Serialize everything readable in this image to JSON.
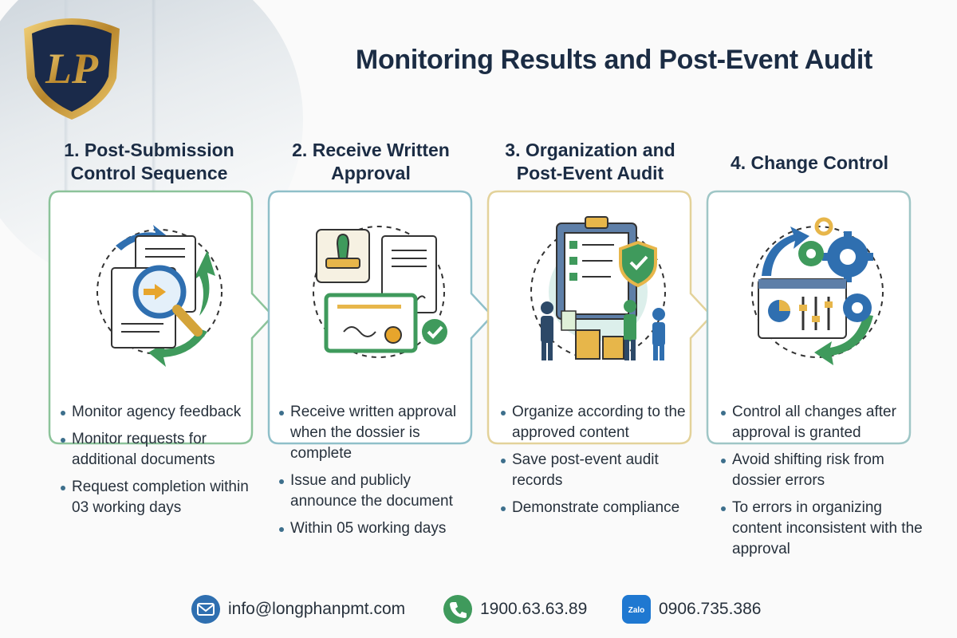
{
  "title": "Monitoring Results and Post-Event Audit",
  "logo": {
    "text": "LP"
  },
  "steps": [
    {
      "title_line1": "1. Post-Submission",
      "title_line2": "Control Sequence",
      "icon": "document-search-cycle-icon",
      "border": "#8cc39a",
      "bullets": [
        "Monitor agency feedback",
        "Monitor requests for additional documents",
        "Request completion within 03 working days"
      ]
    },
    {
      "title_line1": "2. Receive Written",
      "title_line2": "Approval",
      "icon": "stamp-certificate-icon",
      "border": "#8fbfc9",
      "bullets": [
        "Receive written approval when the dossier is complete",
        "Issue and publicly announce the document",
        "Within 05 working days"
      ]
    },
    {
      "title_line1": "3. Organization and",
      "title_line2": "Post-Event Audit",
      "icon": "clipboard-audit-team-icon",
      "border": "#e3d29a",
      "bullets": [
        "Organize according to the approved content",
        "Save post-event audit records",
        "Demonstrate compliance"
      ]
    },
    {
      "title_line1": "4. Change Control",
      "title_line2": "",
      "icon": "gears-dashboard-cycle-icon",
      "border": "#9fc6c6",
      "bullets": [
        "Control all changes after approval is granted",
        "Avoid shifting risk from dossier errors",
        "To errors in organizing content inconsistent with the approval"
      ]
    }
  ],
  "contacts": {
    "email": "info@longphanpmt.com",
    "phone": "1900.63.63.89",
    "zalo_label": "Zalo",
    "zalo": "0906.735.386"
  },
  "colors": {
    "title": "#1b2c44",
    "accent_blue": "#2f6fb0",
    "accent_green": "#3f9a5c",
    "gold": "#c99a2e"
  }
}
